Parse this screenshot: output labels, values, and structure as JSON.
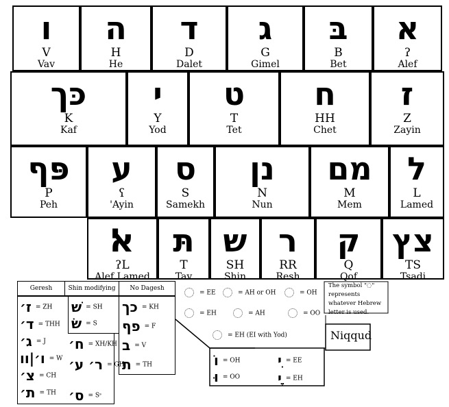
{
  "letters": [
    {
      "heb": "ו",
      "lat": "V",
      "name": "Vav"
    },
    {
      "heb": "ה",
      "lat": "H",
      "name": "He"
    },
    {
      "heb": "ד",
      "lat": "D",
      "name": "Dalet"
    },
    {
      "heb": "ג",
      "lat": "G",
      "name": "Gimel"
    },
    {
      "heb": "בּ",
      "lat": "B",
      "name": "Bet"
    },
    {
      "heb": "א",
      "lat": "ʔ",
      "name": "Alef"
    },
    {
      "heb": "כּך",
      "lat": "K",
      "name": "Kaf"
    },
    {
      "heb": "י",
      "lat": "Y",
      "name": "Yod"
    },
    {
      "heb": "ט",
      "lat": "T",
      "name": "Tet"
    },
    {
      "heb": "ח",
      "lat": "HH",
      "name": "Chet"
    },
    {
      "heb": "ז",
      "lat": "Z",
      "name": "Zayin"
    },
    {
      "heb": "פּף",
      "lat": "P",
      "name": "Peh"
    },
    {
      "heb": "ע",
      "lat": "ʕ",
      "name": "'Ayin"
    },
    {
      "heb": "ס",
      "lat": "S",
      "name": "Samekh"
    },
    {
      "heb": "נן",
      "lat": "N",
      "name": "Nun"
    },
    {
      "heb": "מם",
      "lat": "M",
      "name": "Mem"
    },
    {
      "heb": "ל",
      "lat": "L",
      "name": "Lamed"
    },
    {
      "heb": "ﭏ",
      "lat": "ʔL",
      "name": "Alef Lamed"
    },
    {
      "heb": "תּ",
      "lat": "T",
      "name": "Tav"
    },
    {
      "heb": "ש",
      "lat": "SH",
      "name": "Shin"
    },
    {
      "heb": "ר",
      "lat": "RR",
      "name": "Resh"
    },
    {
      "heb": "ק",
      "lat": "Q",
      "name": "Qof"
    },
    {
      "heb": "צץ",
      "lat": "TS",
      "name": "Tsadi"
    }
  ],
  "geresh": {
    "title": "Geresh",
    "items": [
      {
        "heb": "ז׳",
        "val": "= ZH"
      },
      {
        "heb": "ד׳",
        "val": "= THH"
      },
      {
        "heb": "ג׳",
        "val": "= J"
      },
      {
        "heb": "ו׳|וו",
        "val": "= W"
      },
      {
        "heb": "צ׳",
        "val": "= CH"
      },
      {
        "heb": "ת׳",
        "val": "= TH"
      }
    ]
  },
  "shin": {
    "title": "Shin modifying",
    "items": [
      {
        "heb": "שׁ",
        "val": "= SH"
      },
      {
        "heb": "שׂ",
        "val": "= S"
      }
    ]
  },
  "extra": [
    {
      "heb": "ח׳",
      "val": "= XH/KH"
    },
    {
      "heb": "ר׳ ע׳",
      "val": "= GH"
    },
    {
      "heb": "ס׳",
      "val": "= Sˢ"
    }
  ],
  "nodagesh": {
    "title": "No Dagesh",
    "items": [
      {
        "heb": "כך",
        "val": "= KH"
      },
      {
        "heb": "פף",
        "val": "= F"
      },
      {
        "heb": "ב",
        "val": "= V"
      },
      {
        "heb": "ת",
        "val": "= TH"
      }
    ]
  },
  "niqqud": {
    "title": "Niqqud",
    "note": "The symbol \"◌\" represents whatever Hebrew letter is used.",
    "items": [
      "= EE",
      "= AH or OH",
      "= OH",
      "= EH",
      "= AH",
      "= OO",
      "= EH (EI with Yod)"
    ],
    "vav": [
      {
        "heb": "וֹ",
        "val": "= OH"
      },
      {
        "heb": "וּ",
        "val": "= OO"
      },
      {
        "heb": "ִי",
        "val": "= EE"
      },
      {
        "heb": "ֶי",
        "val": "= EH"
      }
    ]
  }
}
